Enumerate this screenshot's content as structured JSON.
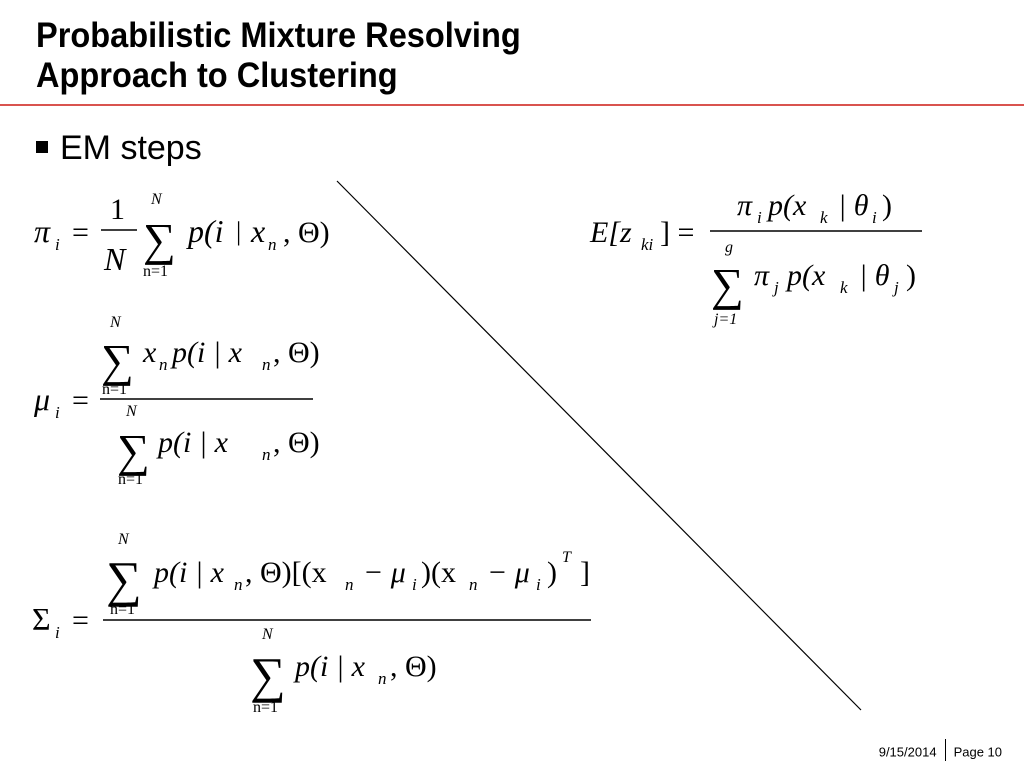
{
  "slide": {
    "title_line1": "Probabilistic Mixture Resolving",
    "title_line2": "Approach to Clustering",
    "bullet": "EM steps",
    "accent_color": "#d9534f"
  },
  "formulas": {
    "pi": {
      "lhs": "π",
      "lhs_sub": "i",
      "eq": "=",
      "numerator": "1",
      "denominator": "N",
      "sum_upper": "N",
      "sum_lower": "n=1",
      "sum_symbol": "∑",
      "body_p": "p(i",
      "body_bar": "|",
      "body_x": "x",
      "body_xsub": "n",
      "body_tail": ", Θ)"
    },
    "mu": {
      "lhs": "μ",
      "lhs_sub": "i",
      "eq": "=",
      "num_sum_upper": "N",
      "num_sum_lower": "n=1",
      "num_x": "x",
      "num_xsub": "n",
      "num_body": "p(i | x",
      "num_body_sub": "n",
      "num_tail": ", Θ)",
      "den_sum_upper": "N",
      "den_sum_lower": "n=1",
      "den_body": "p(i | x",
      "den_body_sub": "n",
      "den_tail": ", Θ)"
    },
    "sigma": {
      "lhs": "Σ",
      "lhs_sub": "i",
      "eq": "=",
      "num_sum_upper": "N",
      "num_sum_lower": "n=1",
      "num_a": "p(i | x",
      "num_a_sub": "n",
      "num_b": ", Θ)[(x",
      "num_b_sub": "n",
      "num_c": "− μ",
      "num_c_sub": "i",
      "num_d": ")(x",
      "num_d_sub": "n",
      "num_e": "− μ",
      "num_e_sub": "i",
      "num_f": ")",
      "num_sup": "T",
      "num_g": "]",
      "den_sum_upper": "N",
      "den_sum_lower": "n=1",
      "den_body": "p(i | x",
      "den_body_sub": "n",
      "den_tail": ", Θ)"
    },
    "expectation": {
      "lhs": "E[z",
      "lhs_sub": "ki",
      "lhs_close": "] =",
      "num_pi": "π",
      "num_pi_sub": "i",
      "num_p": "p(x",
      "num_p_sub": "k",
      "num_theta": "| θ",
      "num_theta_sub": "i",
      "num_close": ")",
      "den_sum_upper": "g",
      "den_sum_lower": "j=1",
      "den_pi": "π",
      "den_pi_sub": "j",
      "den_p": "p(x",
      "den_p_sub": "k",
      "den_theta": "| θ",
      "den_theta_sub": "j",
      "den_close": ")"
    }
  },
  "footer": {
    "date": "9/15/2014",
    "page": "Page 10"
  }
}
